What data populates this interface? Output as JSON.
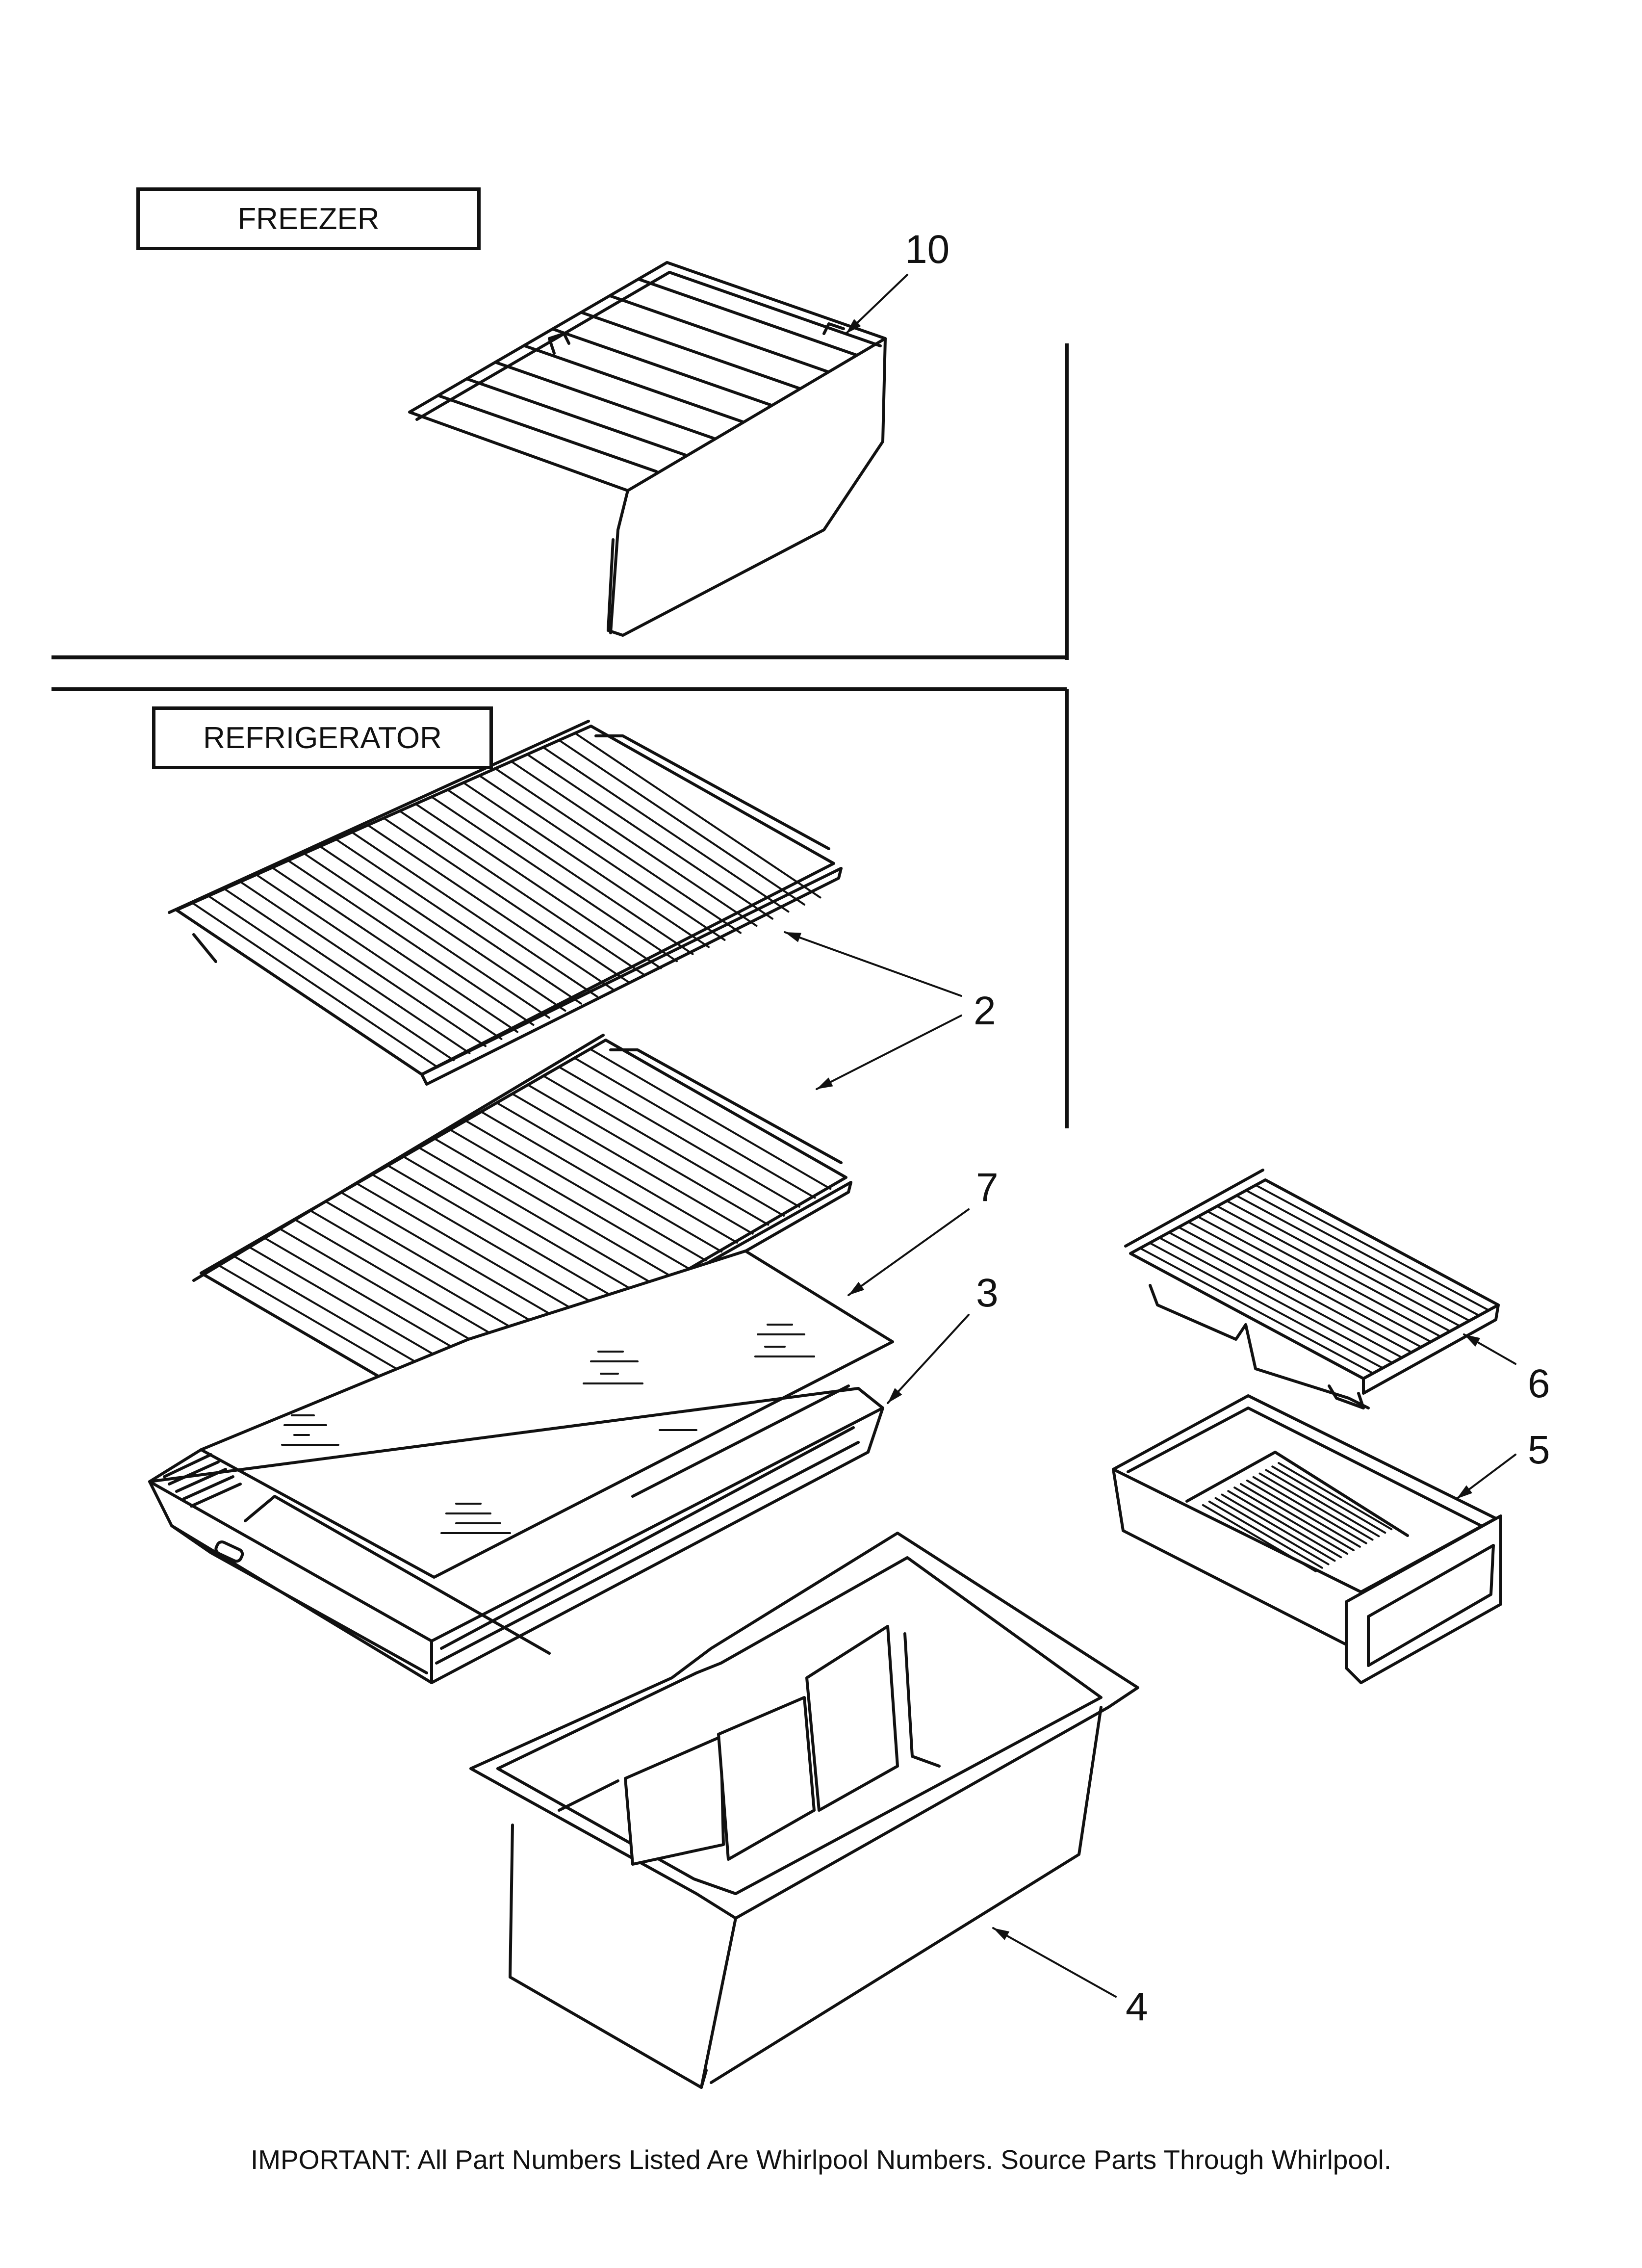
{
  "sections": {
    "freezer": "FREEZER",
    "refrigerator": "REFRIGERATOR"
  },
  "callouts": {
    "shelf_freezer": "10",
    "shelf_wire": "2",
    "glass_insert": "7",
    "crisper_cover_frame": "3",
    "crisper_bin": "4",
    "deli_drawer": "5",
    "deli_cover": "6"
  },
  "footer": {
    "notice": "IMPORTANT: All Part Numbers Listed Are Whirlpool Numbers. Source Parts Through Whirlpool."
  }
}
